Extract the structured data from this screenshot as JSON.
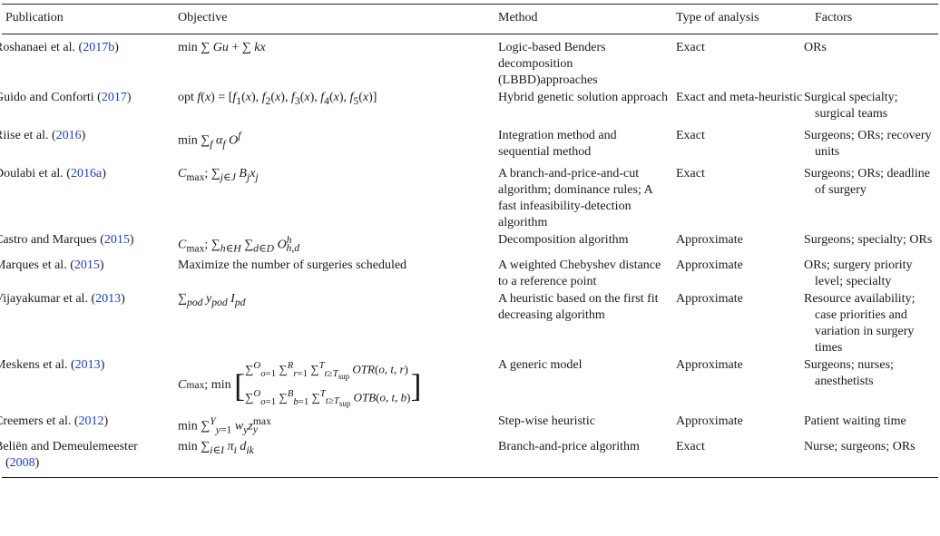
{
  "headers": {
    "publication": "Publication",
    "objective": "Objective",
    "method": "Method",
    "analysis": "Type of analysis",
    "factors": "Factors"
  },
  "rows": [
    {
      "pub": "Roshanaei et al. (",
      "year": "2017b",
      "close": ")",
      "objective": "min ∑ Gu + ∑ kx",
      "method": "Logic-based Benders decomposition (LBBD)approaches",
      "analysis": "Exact",
      "factors": "ORs"
    },
    {
      "pub": "Guido and Conforti (",
      "year": "2017",
      "close": ")",
      "objective": "opt f(x) = [f1(x), f2(x), f3(x), f4(x), f5(x)]",
      "method": "Hybrid genetic solution approach",
      "analysis": "Exact and meta-heuristic",
      "factors": "Surgical specialty; surgical teams"
    },
    {
      "pub": "Riise et al. (",
      "year": "2016",
      "close": ")",
      "objective": "min ∑f αf Of",
      "method": "Integration method and sequential method",
      "analysis": "Exact",
      "factors": "Surgeons; ORs; recovery units"
    },
    {
      "pub": "Doulabi et al. (",
      "year": "2016a",
      "close": ")",
      "objective": "Cmax; ∑j∈J Bj xj",
      "method": "A branch-and-price-and-cut algorithm; dominance rules; A fast infeasibility-detection algorithm",
      "analysis": "Exact",
      "factors": "Surgeons; ORs; deadline of surgery"
    },
    {
      "pub": "Castro and Marques (",
      "year": "2015",
      "close": ")",
      "objective": "Cmax; ∑h∈H ∑d∈D Oh,d h",
      "method": "Decomposition algorithm",
      "analysis": "Approximate",
      "factors": "Surgeons; specialty; ORs"
    },
    {
      "pub": "Marques et al. (",
      "year": "2015",
      "close": ")",
      "objective": "Maximize the number of surgeries scheduled",
      "method": "A weighted Chebyshev distance to a reference point",
      "analysis": "Approximate",
      "factors": "ORs; surgery priority level; specialty"
    },
    {
      "pub": "Vijayakumar et al. (",
      "year": "2013",
      "close": ")",
      "objective": "∑pod ypod Ipd",
      "method": "A heuristic based on the first fit decreasing algorithm",
      "analysis": "Approximate",
      "factors": "Resource availability; case priorities and variation in surgery times"
    },
    {
      "pub": "Meskens et al. (",
      "year": "2013",
      "close": ")",
      "objective": "Cmax; min [∑o=1..O ∑r=1..R ∑t≥Tsup..T OTR(o,t,r) ; ∑o=1..O ∑b=1..B ∑t≥Tsup..T OTB(o,t,b)]",
      "method": "A generic model",
      "analysis": "Approximate",
      "factors": "Surgeons; nurses; anesthetists"
    },
    {
      "pub": "Creemers et al. (",
      "year": "2012",
      "close": ")",
      "objective": "min ∑y=1..Y wy zy max",
      "method": "Step-wise heuristic",
      "analysis": "Approximate",
      "factors": "Patient waiting time"
    },
    {
      "pub": "Beliën and Demeulemeester (",
      "year": "2008",
      "close": ")",
      "objective": "min ∑i∈I πi dik",
      "method": "Branch-and-price algorithm",
      "analysis": "Exact",
      "factors": "Nurse; surgeons; ORs"
    }
  ],
  "colors": {
    "link": "#1a3fbf",
    "text": "#1a1a1a",
    "rule": "#222222"
  }
}
